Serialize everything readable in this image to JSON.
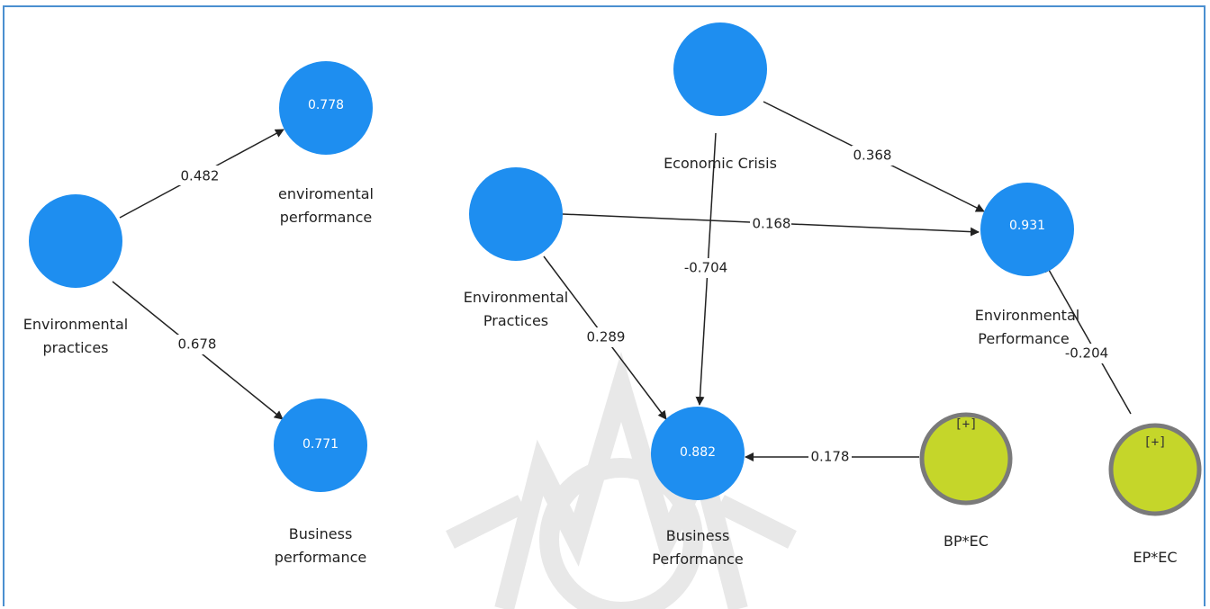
{
  "colors": {
    "construct": "#1e8ef0",
    "moderator_fill": "#c5d62a",
    "moderator_border": "#7a7a7a",
    "arrow": "#222222",
    "frame": "#4a8fd0",
    "watermark": "#e6e6e6"
  },
  "watermark": {
    "icon": "mandala-watermark-icon"
  },
  "model_left": {
    "nodes": {
      "env_practices": {
        "label1": "Environmental",
        "label2": "practices",
        "value": ""
      },
      "env_performance": {
        "label1": "enviromental",
        "label2": "performance",
        "value": "0.778"
      },
      "bus_performance": {
        "label1": "Business",
        "label2": "performance",
        "value": "0.771"
      }
    },
    "paths": {
      "ep_to_envperf": "0.482",
      "ep_to_busperf": "0.678"
    }
  },
  "model_right": {
    "nodes": {
      "economic_crisis": {
        "label1": "Economic Crisis",
        "value": ""
      },
      "env_practices": {
        "label1": "Environmental",
        "label2": "Practices",
        "value": ""
      },
      "env_performance": {
        "label1": "Environmental",
        "label2": "Performance",
        "value": "0.931"
      },
      "bus_performance": {
        "label1": "Business",
        "label2": "Performance",
        "value": "0.882"
      },
      "bp_ec": {
        "label1": "BP*EC",
        "badge": "[+]"
      },
      "ep_ec": {
        "label1": "EP*EC",
        "badge": "[+]"
      }
    },
    "paths": {
      "ec_to_envperf": "0.368",
      "ep_to_envperf": "0.168",
      "ec_to_busperf": "-0.704",
      "ep_to_busperf": "0.289",
      "bpec_to_busperf": "0.178",
      "epec_to_envperf": "-0.204"
    }
  }
}
